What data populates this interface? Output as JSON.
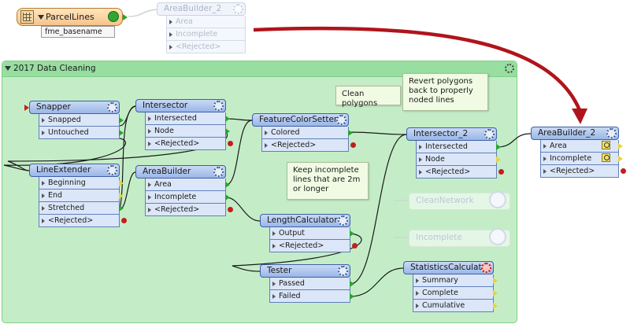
{
  "reader": {
    "name": "ParcelLines",
    "attribute": "fme_basename"
  },
  "bookmark": {
    "title": "2017 Data Cleaning"
  },
  "annotations": {
    "clean": "Clean polygons",
    "revert": "Revert polygons back to properly noded lines",
    "keep": "Keep incomplete lines that are 2m or longer"
  },
  "transformers": {
    "snapper": {
      "name": "Snapper",
      "ports": [
        "Snapped",
        "Untouched"
      ]
    },
    "intersector": {
      "name": "Intersector",
      "ports": [
        "Intersected",
        "Node",
        "<Rejected>"
      ]
    },
    "fcs": {
      "name": "FeatureColorSetter",
      "ports": [
        "Colored",
        "<Rejected>"
      ]
    },
    "int2": {
      "name": "Intersector_2",
      "ports": [
        "Intersected",
        "Node",
        "<Rejected>"
      ]
    },
    "le": {
      "name": "LineExtender",
      "ports": [
        "Beginning",
        "End",
        "Stretched",
        "<Rejected>"
      ]
    },
    "ab": {
      "name": "AreaBuilder",
      "ports": [
        "Area",
        "Incomplete",
        "<Rejected>"
      ]
    },
    "lc": {
      "name": "LengthCalculator",
      "ports": [
        "Output",
        "<Rejected>"
      ]
    },
    "tester": {
      "name": "Tester",
      "ports": [
        "Passed",
        "Failed"
      ]
    },
    "stats": {
      "name": "StatisticsCalculator",
      "ports": [
        "Summary",
        "Complete",
        "Cumulative"
      ]
    },
    "ab2": {
      "name": "AreaBuilder_2",
      "ports": [
        "Area",
        "Incomplete",
        "<Rejected>"
      ]
    },
    "ab2ghost": {
      "name": "AreaBuilder_2",
      "ports": [
        "Area",
        "Incomplete",
        "<Rejected>"
      ]
    },
    "cleannet": {
      "name": "CleanNetwork"
    },
    "incomplete": {
      "name": "Incomplete"
    }
  },
  "colors": {
    "port": "#dbe6f8",
    "header": "#9ab7e8",
    "bookmark": "#c4edc7",
    "reader": "#f7c48a",
    "arrow": "#b0141b",
    "connection": "#1a1a1a",
    "ghost_connection": "#c9d6cb"
  }
}
